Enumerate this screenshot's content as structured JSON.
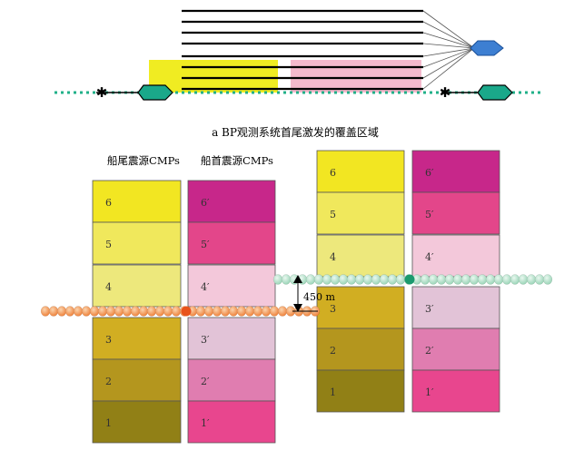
{
  "caption": "a BP观测系统首尾激发的覆盖区域",
  "legend": {
    "stern_source": "船尾震源CMPs",
    "bow_source": "船首震源CMPs"
  },
  "distance_label": "450 m",
  "left_stern_cells": [
    "6",
    "5",
    "4",
    "3",
    "2",
    "1"
  ],
  "left_bow_cells": [
    "6′",
    "5′",
    "4′",
    "3′",
    "2′",
    "1′"
  ],
  "right_stern_cells": [
    "6",
    "5",
    "4",
    "3",
    "2",
    "1"
  ],
  "right_bow_cells": [
    "6′",
    "5′",
    "4′",
    "3′",
    "2′",
    "1′"
  ],
  "colors": {
    "stern_cells": [
      "#f2e622",
      "#f0e85c",
      "#ede87c",
      "#d1ae22",
      "#b4961e",
      "#918016"
    ],
    "bow_cells": [
      "#c7278a",
      "#e3468a",
      "#f3c8da",
      "#e2c3d7",
      "#e07db0",
      "#e8468e"
    ],
    "stern_band": "#f0ec22",
    "bow_band": "#f4b9cc",
    "streamer": "#000000",
    "boat": "#1aa88a",
    "gun": "#3d7fd2",
    "bead_orange": "#f2934a",
    "bead_green": "#b8e3cc",
    "bead_dark": "#1b9a6e",
    "dotted_line": "#21b089"
  }
}
